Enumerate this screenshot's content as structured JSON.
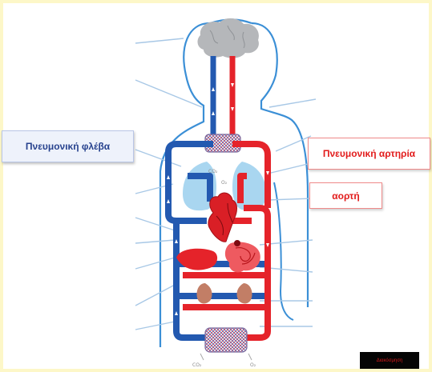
{
  "labels": {
    "pulmonary_vein": "Πνευμονική φλέβα",
    "pulmonary_artery": "Πνευμονική αρτηρία",
    "aorta": "αορτή"
  },
  "gases": {
    "co2": "CO₂",
    "o2": "O₂"
  },
  "logo_text": "Διακόσμηση",
  "colors": {
    "oxygenated": "#e5232a",
    "deoxygenated": "#2359b0",
    "body_outline": "#3b8fd6",
    "lungs": "#a9d6f0",
    "organs": "#e5232a",
    "leader_lines": "#a8c8e6",
    "page_border": "#fdf7c8"
  }
}
